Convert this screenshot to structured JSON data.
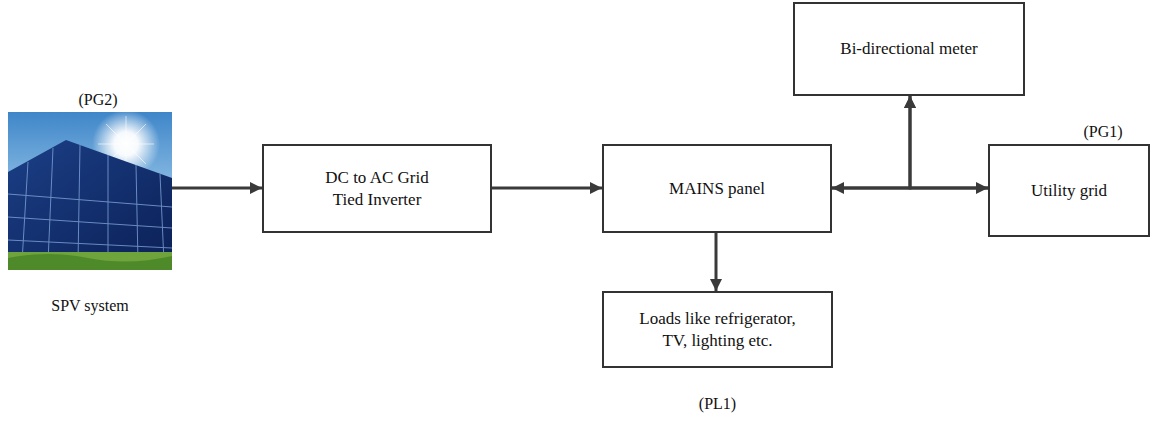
{
  "diagram": {
    "nodes": [
      {
        "text": [
          "(PG2)",
          "SPV system"
        ]
      },
      {
        "text": [
          "DC to AC Grid Tied Inverter"
        ]
      },
      {
        "text": [
          "MAINS panel"
        ]
      },
      {
        "text": [
          "Bi-directional meter"
        ]
      },
      {
        "text": [
          "Utility grid",
          "(PG1)"
        ]
      },
      {
        "text": [
          "Loads like refrigerator, TV, lighting etc.",
          "(PL1)"
        ]
      }
    ],
    "edges": [
      {
        "from": 0,
        "to": 1,
        "arrow": "to"
      },
      {
        "from": 1,
        "to": 2,
        "arrow": "to"
      },
      {
        "from": 2,
        "to": 5,
        "arrow": "to"
      },
      {
        "from": 2,
        "to": 4,
        "arrow": "both"
      },
      {
        "from": 2,
        "to": 3,
        "arrow": "to"
      },
      {
        "from": 4,
        "to": 3,
        "arrow": "to"
      }
    ]
  }
}
